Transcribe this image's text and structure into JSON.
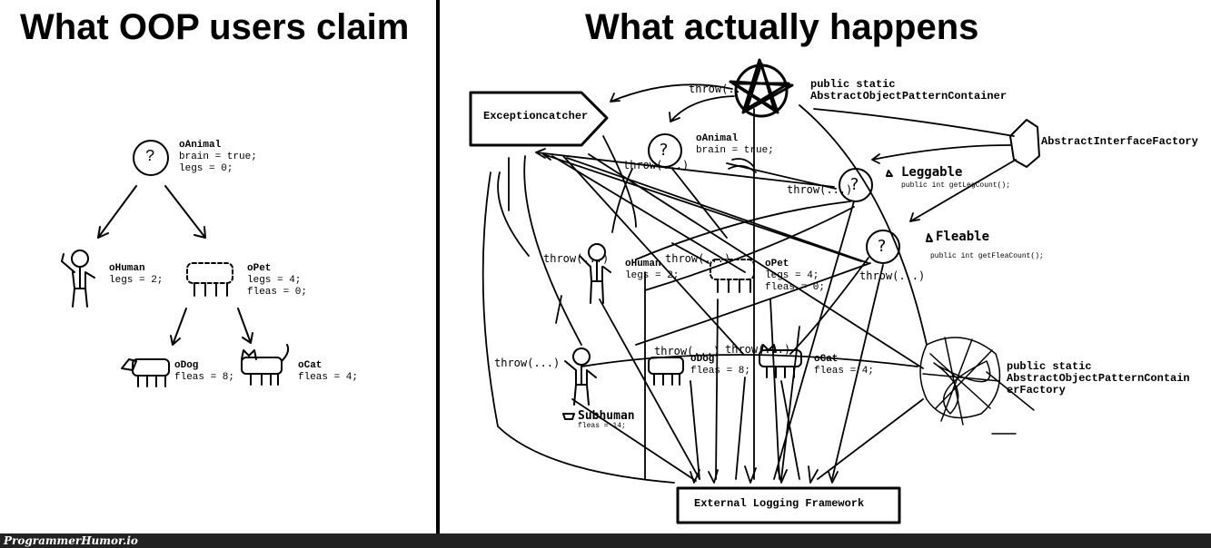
{
  "left": {
    "title": "What OOP users claim",
    "animal": {
      "name": "oAnimal",
      "l1": "brain = true;",
      "l2": "legs = 0;",
      "icon": "?"
    },
    "human": {
      "name": "oHuman",
      "l1": "legs = 2;"
    },
    "pet": {
      "name": "oPet",
      "l1": "legs = 4;",
      "l2": "fleas = 0;"
    },
    "dog": {
      "name": "oDog",
      "l1": "fleas = 8;"
    },
    "cat": {
      "name": "oCat",
      "l1": "fleas = 4;"
    }
  },
  "right": {
    "title": "What actually happens",
    "exception_catcher": "Exceptioncatcher",
    "static_container": {
      "l1": "public static",
      "l2": "AbstractObjectPatternContainer"
    },
    "abstract_interface_factory": "AbstractInterfaceFactory",
    "leggable": {
      "name": "Leggable",
      "method": "public int getLegCount();"
    },
    "fleable": {
      "name": "Fleable",
      "method": "public int getFleaCount();"
    },
    "container_factory": {
      "l1": "public static",
      "l2": "AbstractObjectPatternContain",
      "l3": "erFactory"
    },
    "animal": {
      "name": "oAnimal",
      "l1": "brain = true;"
    },
    "human": {
      "name": "oHuman",
      "l1": "legs = 2;"
    },
    "pet": {
      "name": "oPet",
      "l1": "legs = 4;",
      "l2": "fleas = 0;"
    },
    "dog": {
      "name": "oDog",
      "l1": "fleas = 8;"
    },
    "cat": {
      "name": "oCat",
      "l1": "fleas = 4;"
    },
    "subhuman": {
      "name": "Subhuman",
      "l1": "fleas = 14;"
    },
    "throw_label": "throw(...)",
    "logging": "External Logging Framework",
    "icon": "?"
  },
  "footer": {
    "watermark": "ProgrammerHumor.io"
  }
}
